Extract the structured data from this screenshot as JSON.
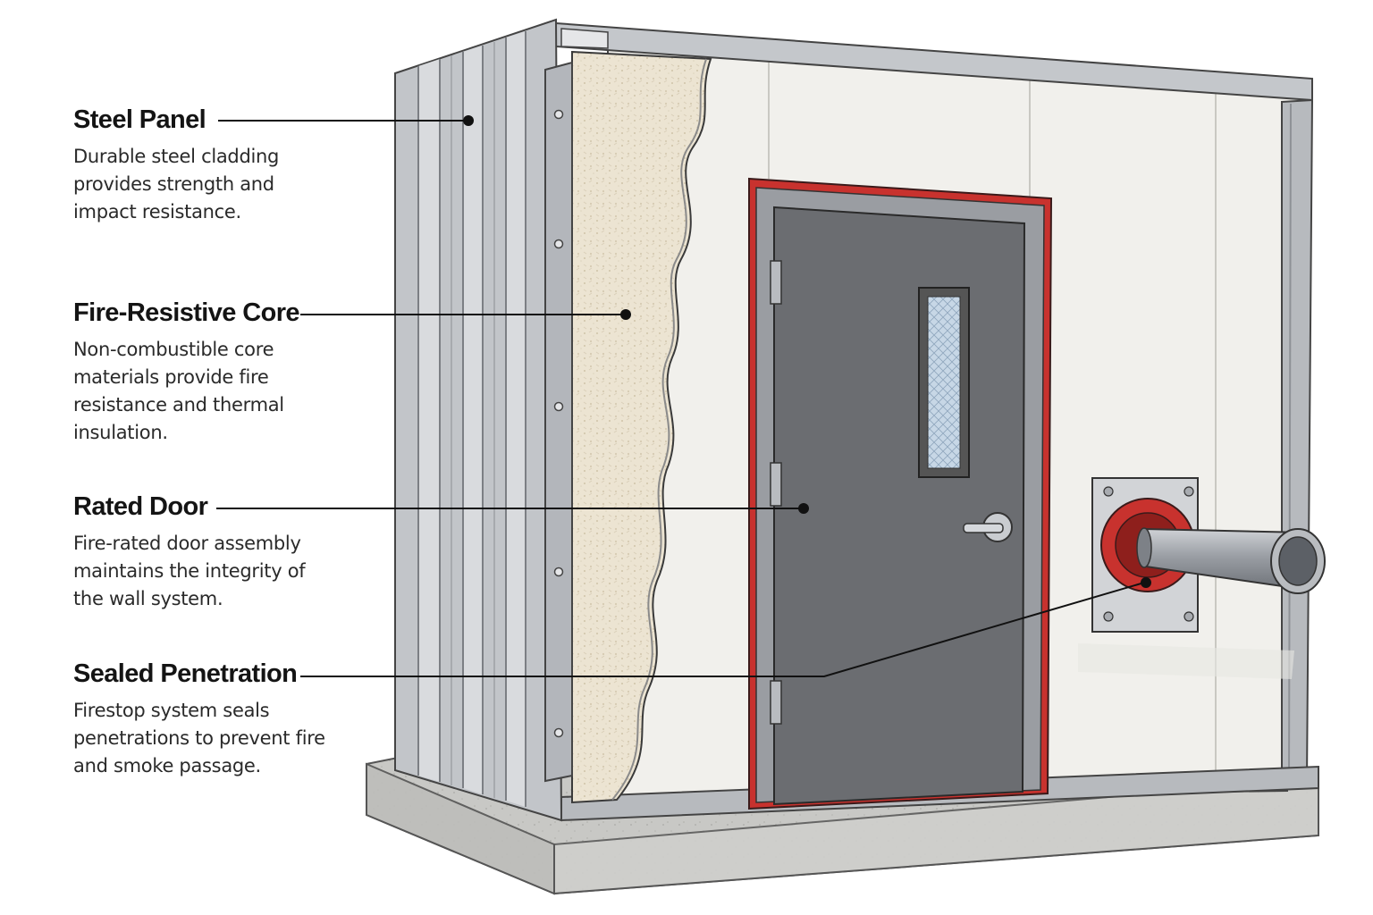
{
  "callouts": [
    {
      "title": "Steel Panel",
      "body": "Durable steel cladding provides strength and impact resistance."
    },
    {
      "title": "Fire-Resistive Core",
      "body": "Non-combustible core materials provide fire resistance and thermal insulation."
    },
    {
      "title": "Rated Door",
      "body": "Fire-rated door assembly maintains the integrity of the wall system."
    },
    {
      "title": "Sealed Penetration",
      "body": "Firestop system seals penetrations to prevent fire and smoke passage."
    }
  ],
  "colors": {
    "steel": "#b9bcc0",
    "steel_dark": "#8e9196",
    "core": "#ece4d2",
    "wall": "#f1f0ec",
    "door": "#6b6d71",
    "fire_red": "#c8322e",
    "concrete": "#c9c9c6"
  }
}
